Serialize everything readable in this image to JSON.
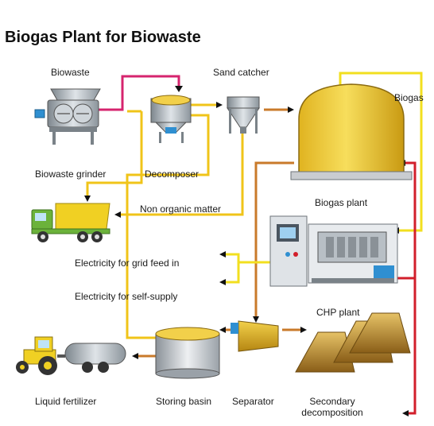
{
  "title": "Biogas Plant for Biowaste",
  "labels": {
    "biowaste": "Biowaste",
    "sand_catcher": "Sand catcher",
    "biogas": "Biogas",
    "biowaste_grinder": "Biowaste grinder",
    "decomposer": "Decomposer",
    "non_organic_matter": "Non organic matter",
    "biogas_plant": "Biogas plant",
    "electricity_grid": "Electricity for grid feed in",
    "electricity_self": "Electricity for self-supply",
    "chp_plant": "CHP plant",
    "liquid_fertilizer": "Liquid fertilizer",
    "storing_basin": "Storing basin",
    "separator": "Separator",
    "secondary_decomposition_line1": "Secondary",
    "secondary_decomposition_line2": "decomposition"
  },
  "colors": {
    "biowaste_flow": "#d6246e",
    "digestate_flow": "#f0c419",
    "biogas_flow": "#f2df1f",
    "sand_flow": "#c97a2a",
    "return_flow": "#d21f2b",
    "tank_fill": "#f2d04a",
    "tank_dark": "#c99a12",
    "machine_gray": "#9aa3aa",
    "truck_green": "#6bb23a"
  }
}
